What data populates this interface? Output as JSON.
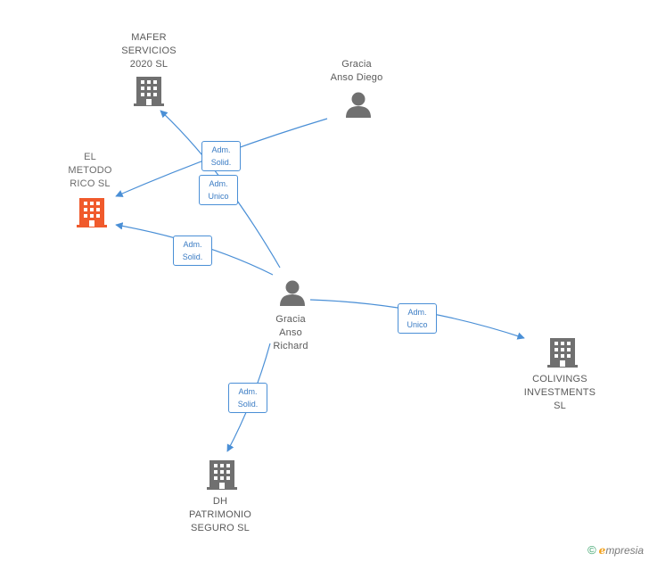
{
  "nodes": {
    "mafer": {
      "label": "MAFER\nSERVICIOS\n2020  SL",
      "kind": "company",
      "color": "#707070"
    },
    "metodo": {
      "label": "EL\nMETODO\nRICO  SL",
      "kind": "company",
      "color": "#f05a2c"
    },
    "gracia_diego": {
      "label": "Gracia\nAnso Diego",
      "kind": "person",
      "color": "#707070"
    },
    "gracia_richard": {
      "label": "Gracia\nAnso\nRichard",
      "kind": "person",
      "color": "#707070"
    },
    "colivings": {
      "label": "COLIVINGS\nINVESTMENTS\nSL",
      "kind": "company",
      "color": "#707070"
    },
    "dh": {
      "label": "DH\nPATRIMONIO\nSEGURO  SL",
      "kind": "company",
      "color": "#707070"
    }
  },
  "edges": [
    {
      "id": "e1",
      "from": "gracia_diego",
      "to": "metodo",
      "label": "Adm.\nSolid."
    },
    {
      "id": "e2",
      "from": "gracia_richard",
      "to": "mafer",
      "label": "Adm.\nUnico"
    },
    {
      "id": "e3",
      "from": "gracia_richard",
      "to": "metodo",
      "label": "Adm.\nSolid."
    },
    {
      "id": "e4",
      "from": "gracia_richard",
      "to": "colivings",
      "label": "Adm.\nUnico"
    },
    {
      "id": "e5",
      "from": "gracia_richard",
      "to": "dh",
      "label": "Adm.\nSolid."
    }
  ],
  "colors": {
    "edge": "#4a8fd6",
    "company": "#707070",
    "focus": "#f05a2c"
  },
  "brand": {
    "copyright": "©",
    "e": "e",
    "rest": "mpresia"
  }
}
